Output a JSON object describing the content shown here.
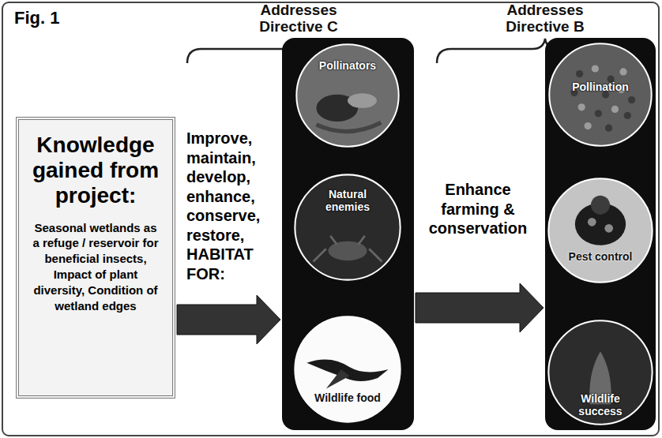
{
  "diagram": {
    "title": "Fig. 1",
    "nodes": [
      {
        "text": [
          "Knowledge gained from project:",
          "Seasonal wetlands as a refuge / reservoir for beneficial insects, Impact of plant diversity, Condition of wetland edges"
        ]
      },
      {
        "text": [
          "Addresses Directive C"
        ]
      },
      {
        "text": [
          "Pollinators"
        ],
        "in": 1
      },
      {
        "text": [
          "Natural enemies"
        ],
        "in": 1
      },
      {
        "text": [
          "Wildlife food"
        ],
        "in": 1
      },
      {
        "text": [
          "Addresses Directive B"
        ]
      },
      {
        "text": [
          "Pollination"
        ],
        "in": 5
      },
      {
        "text": [
          "Pest control"
        ],
        "in": 5
      },
      {
        "text": [
          "Wildlife success"
        ],
        "in": 5
      }
    ],
    "edges": [
      {
        "from": 0,
        "to": 1,
        "arrow": "to",
        "label": "Improve, maintain, develop, enhance, conserve, restore, HABITAT FOR:"
      },
      {
        "from": 1,
        "to": 5,
        "arrow": "to",
        "label": "Enhance farming & conservation"
      }
    ]
  }
}
